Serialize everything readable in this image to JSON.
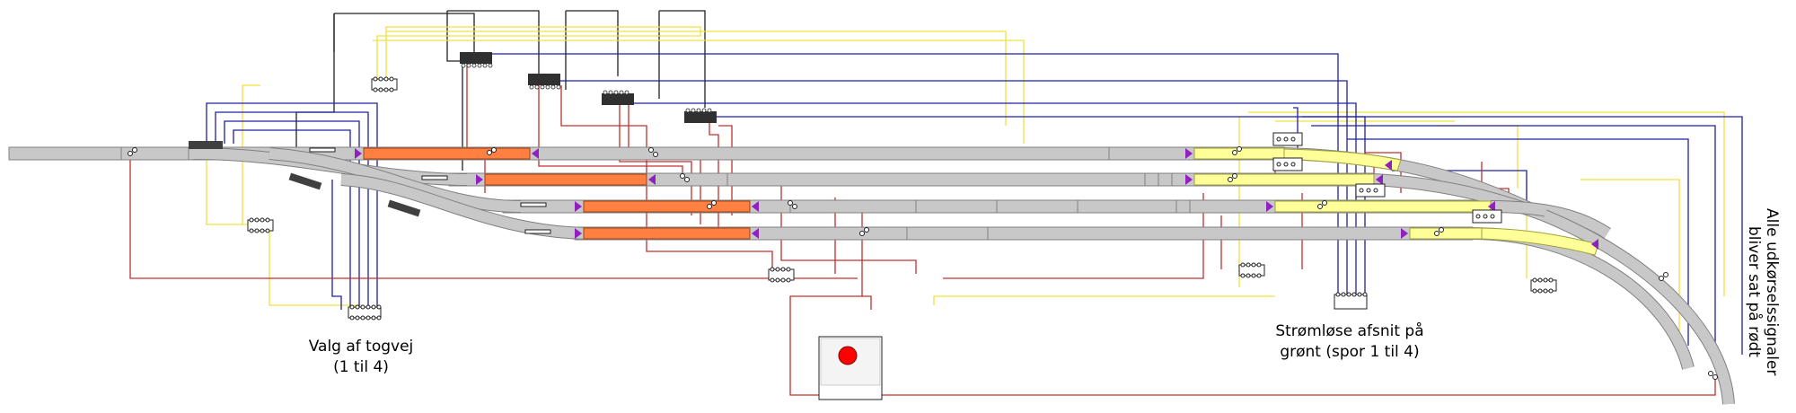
{
  "labels": {
    "route_selection_line1": "Valg af togvej",
    "route_selection_line2": "(1 til 4)",
    "dead_sections_line1": "Strømløse afsnit på",
    "dead_sections_line2": "grønt (spor 1 til 4)",
    "exit_signals_line1": "Alle udkørselssignaler",
    "exit_signals_line2": "bliver sat på rødt"
  },
  "colors": {
    "track": "#c8c8c8",
    "track_edge": "#808080",
    "occupied_section": "#ff8040",
    "dead_section": "#ffff99",
    "wire_yellow": "#f0e040",
    "wire_blue": "#2020a0",
    "wire_red": "#c03030",
    "wire_black": "#202020",
    "signal": "#9020c0",
    "button_red": "#ff0000"
  },
  "icons": {
    "control_panel": "stop-button-icon",
    "signal": "signal-triangle-icon",
    "relay_module": "relay-module-icon"
  }
}
